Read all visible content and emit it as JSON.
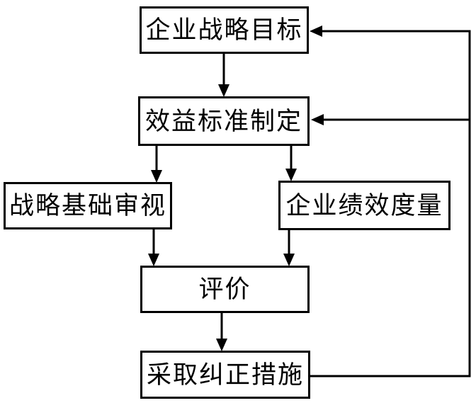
{
  "diagram": {
    "type": "flowchart",
    "nodes": [
      {
        "id": "enterprise-strategic-goals",
        "label": "企业战略目标"
      },
      {
        "id": "benefit-standard-setting",
        "label": "效益标准制定"
      },
      {
        "id": "strategic-basis-review",
        "label": "战略基础审视"
      },
      {
        "id": "enterprise-performance-measurement",
        "label": "企业绩效度量"
      },
      {
        "id": "evaluation",
        "label": "评价"
      },
      {
        "id": "take-corrective-measures",
        "label": "采取纠正措施"
      }
    ],
    "edges": [
      {
        "from": "企业战略目标",
        "to": "效益标准制定"
      },
      {
        "from": "效益标准制定",
        "to": "战略基础审视"
      },
      {
        "from": "效益标准制定",
        "to": "企业绩效度量"
      },
      {
        "from": "战略基础审视",
        "to": "评价"
      },
      {
        "from": "企业绩效度量",
        "to": "评价"
      },
      {
        "from": "评价",
        "to": "采取纠正措施"
      },
      {
        "from": "采取纠正措施",
        "to": "企业战略目标",
        "style": "feedback"
      },
      {
        "from": "采取纠正措施",
        "to": "效益标准制定",
        "style": "feedback"
      }
    ],
    "colors": {
      "background": "#ffffff",
      "line": "#000000",
      "box_border": "#000000",
      "text": "#000000"
    }
  }
}
